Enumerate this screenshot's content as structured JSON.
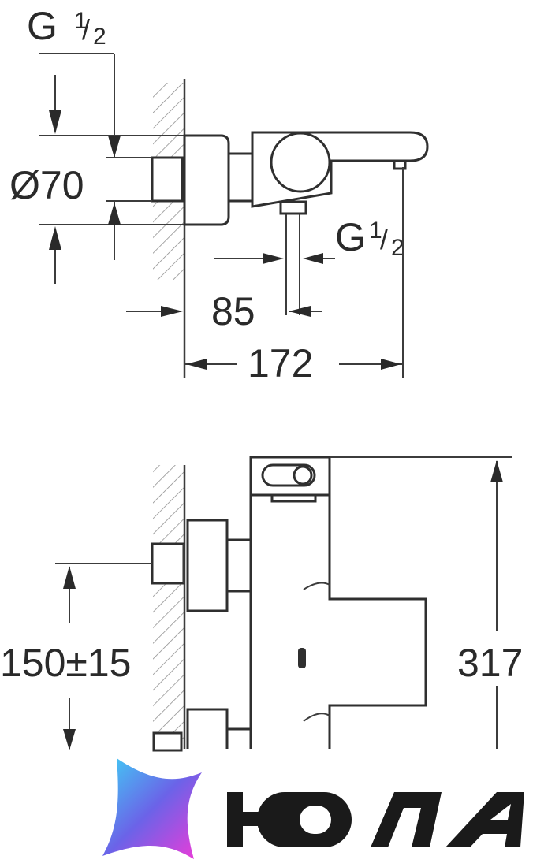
{
  "top_view": {
    "inlet_thread": {
      "main": "G",
      "num": "1",
      "den": "2"
    },
    "wall_diameter": "Ø70",
    "outlet_thread": {
      "main": "G",
      "num": "1",
      "den": "2"
    },
    "dim_outlet_offset": "85",
    "dim_projection": "172"
  },
  "front_view": {
    "dim_inlet_height": "150±15",
    "dim_total_height": "317"
  },
  "logo": {
    "wordmark": "ЮЛА",
    "colors": {
      "gradient_start": "#3fd0f5",
      "gradient_mid": "#6b63e8",
      "gradient_end": "#f03ad8",
      "wordmark": "#1a1a1a"
    }
  }
}
